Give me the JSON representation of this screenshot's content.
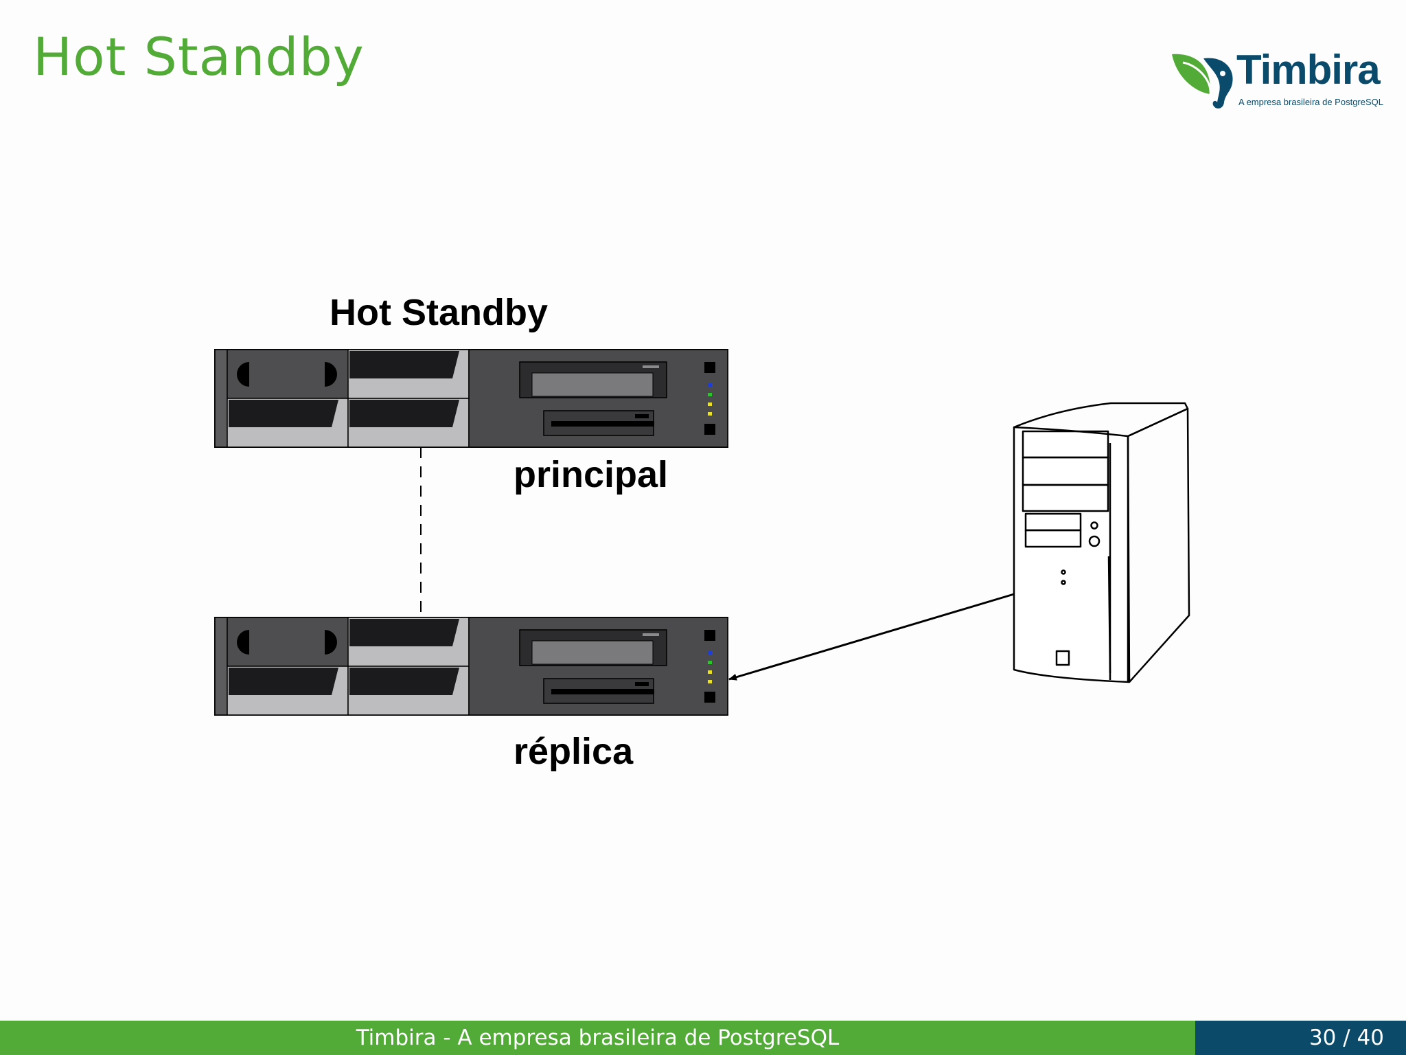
{
  "slide": {
    "title": "Hot Standby"
  },
  "logo": {
    "name": "Timbira",
    "tagline": "A empresa brasileira de PostgreSQL",
    "colors": {
      "leaf": "#52ab37",
      "navy": "#0a4a6b"
    }
  },
  "diagram": {
    "caption": "Hot Standby",
    "primary_label": "principal",
    "replica_label": "réplica",
    "icons": [
      "rack-server-icon",
      "rack-server-icon",
      "desktop-tower-icon"
    ]
  },
  "footer": {
    "text": "Timbira - A empresa brasileira de PostgreSQL",
    "page": "30 / 40",
    "colors": {
      "left": "#52ab37",
      "right": "#0c4a69"
    }
  }
}
